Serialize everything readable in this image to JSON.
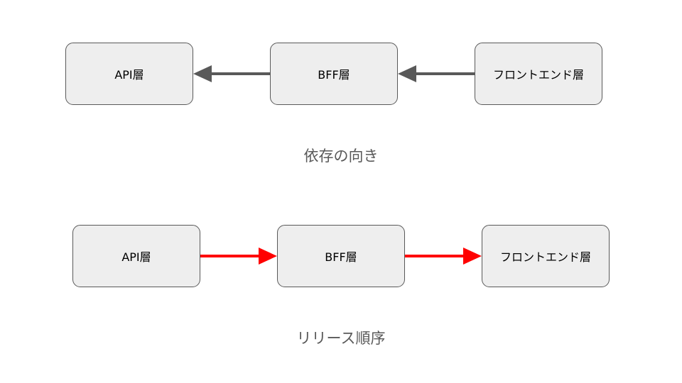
{
  "colors": {
    "dependency_arrow": "#595959",
    "release_arrow": "#ff0000",
    "node_fill": "#eeeeee",
    "node_border": "#595959",
    "caption_text": "#595959"
  },
  "dependency": {
    "caption": "依存の向き",
    "nodes": {
      "api": "API層",
      "bff": "BFF層",
      "frontend": "フロントエンド層"
    }
  },
  "release": {
    "caption": "リリース順序",
    "nodes": {
      "api": "API層",
      "bff": "BFF層",
      "frontend": "フロントエンド層"
    }
  }
}
